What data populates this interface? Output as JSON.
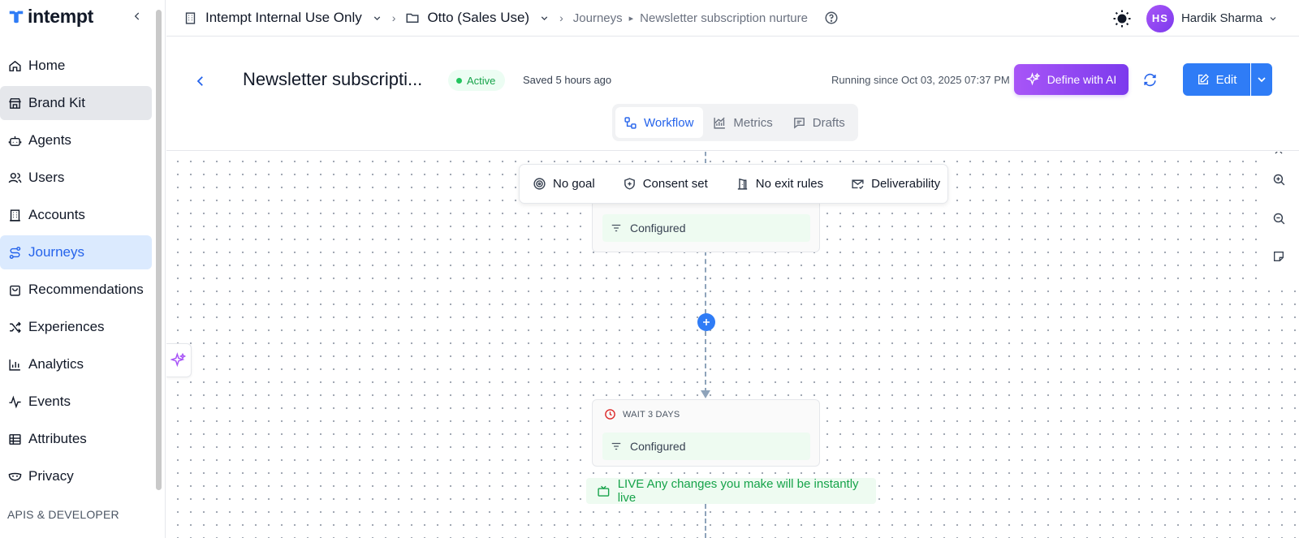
{
  "app": {
    "logo_text": "intempt"
  },
  "sidebar": {
    "items": [
      {
        "label": "Home",
        "icon": "home-icon"
      },
      {
        "label": "Brand Kit",
        "icon": "store-icon"
      },
      {
        "label": "Agents",
        "icon": "bot-icon"
      },
      {
        "label": "Users",
        "icon": "users-icon"
      },
      {
        "label": "Accounts",
        "icon": "building-icon"
      },
      {
        "label": "Journeys",
        "icon": "route-icon"
      },
      {
        "label": "Recommendations",
        "icon": "shopping-bag-icon"
      },
      {
        "label": "Experiences",
        "icon": "shuffle-icon"
      },
      {
        "label": "Analytics",
        "icon": "bar-chart-icon"
      },
      {
        "label": "Events",
        "icon": "activity-icon"
      },
      {
        "label": "Attributes",
        "icon": "table-icon"
      },
      {
        "label": "Privacy",
        "icon": "mask-icon"
      }
    ],
    "section_label": "APIS & DEVELOPER"
  },
  "topbar": {
    "org": "Intempt Internal Use Only",
    "project": "Otto (Sales Use)",
    "crumb1": "Journeys",
    "crumb2": "Newsletter subscription nurture",
    "user_initials": "HS",
    "user_name": "Hardik Sharma"
  },
  "header": {
    "title": "Newsletter subscripti...",
    "status": "Active",
    "saved": "Saved 5 hours ago",
    "running": "Running since Oct 03, 2025 07:37 PM",
    "ai_button": "Define with AI",
    "edit_button": "Edit",
    "tabs": [
      {
        "label": "Workflow",
        "active": true
      },
      {
        "label": "Metrics",
        "active": false
      },
      {
        "label": "Drafts",
        "active": false
      }
    ]
  },
  "canvas": {
    "toolbar": {
      "goal": "No goal",
      "consent": "Consent set",
      "exit": "No exit rules",
      "deliverability": "Deliverability"
    },
    "node1": {
      "config": "Configured"
    },
    "node2": {
      "label": "WAIT 3 DAYS",
      "config": "Configured"
    },
    "live_banner": "LIVE Any changes you make will be instantly live"
  },
  "colors": {
    "primary": "#2f7cf6",
    "ai_gradient_start": "#a855f7",
    "ai_gradient_end": "#7c3aed",
    "success": "#16a34a",
    "wait_icon": "#dc2626"
  }
}
